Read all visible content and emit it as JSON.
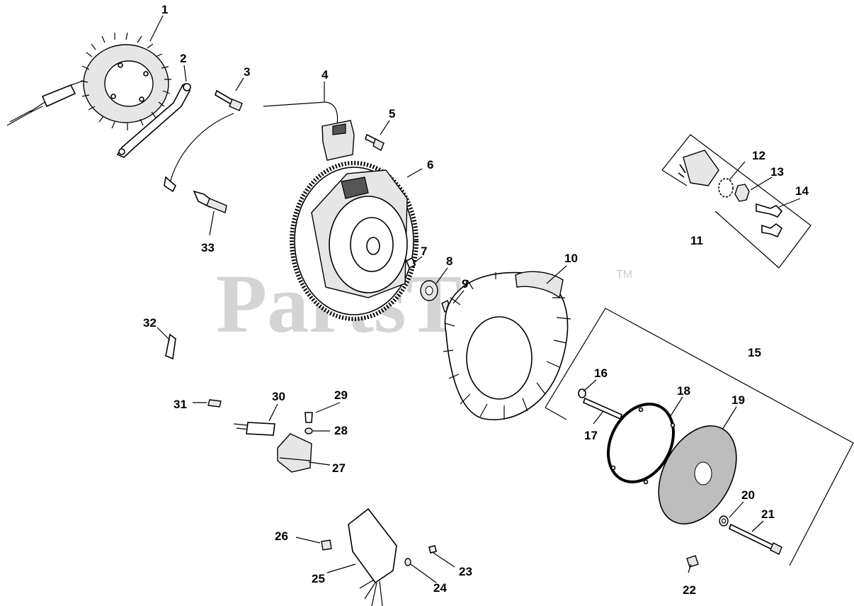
{
  "watermark": {
    "text": "PartsTree",
    "trademark": "TM"
  },
  "callouts": [
    {
      "id": "1",
      "label": "1"
    },
    {
      "id": "2",
      "label": "2"
    },
    {
      "id": "3",
      "label": "3"
    },
    {
      "id": "4",
      "label": "4"
    },
    {
      "id": "5",
      "label": "5"
    },
    {
      "id": "6",
      "label": "6"
    },
    {
      "id": "7",
      "label": "7"
    },
    {
      "id": "8",
      "label": "8"
    },
    {
      "id": "9",
      "label": "9"
    },
    {
      "id": "10",
      "label": "10"
    },
    {
      "id": "11",
      "label": "11"
    },
    {
      "id": "12",
      "label": "12"
    },
    {
      "id": "13",
      "label": "13"
    },
    {
      "id": "14",
      "label": "14"
    },
    {
      "id": "15",
      "label": "15"
    },
    {
      "id": "16",
      "label": "16"
    },
    {
      "id": "17",
      "label": "17"
    },
    {
      "id": "18",
      "label": "18"
    },
    {
      "id": "19",
      "label": "19"
    },
    {
      "id": "20",
      "label": "20"
    },
    {
      "id": "21",
      "label": "21"
    },
    {
      "id": "22",
      "label": "22"
    },
    {
      "id": "23",
      "label": "23"
    },
    {
      "id": "24",
      "label": "24"
    },
    {
      "id": "25",
      "label": "25"
    },
    {
      "id": "26",
      "label": "26"
    },
    {
      "id": "27",
      "label": "27"
    },
    {
      "id": "28",
      "label": "28"
    },
    {
      "id": "29",
      "label": "29"
    },
    {
      "id": "30",
      "label": "30"
    },
    {
      "id": "31",
      "label": "31"
    },
    {
      "id": "32",
      "label": "32"
    },
    {
      "id": "33",
      "label": "33"
    }
  ]
}
